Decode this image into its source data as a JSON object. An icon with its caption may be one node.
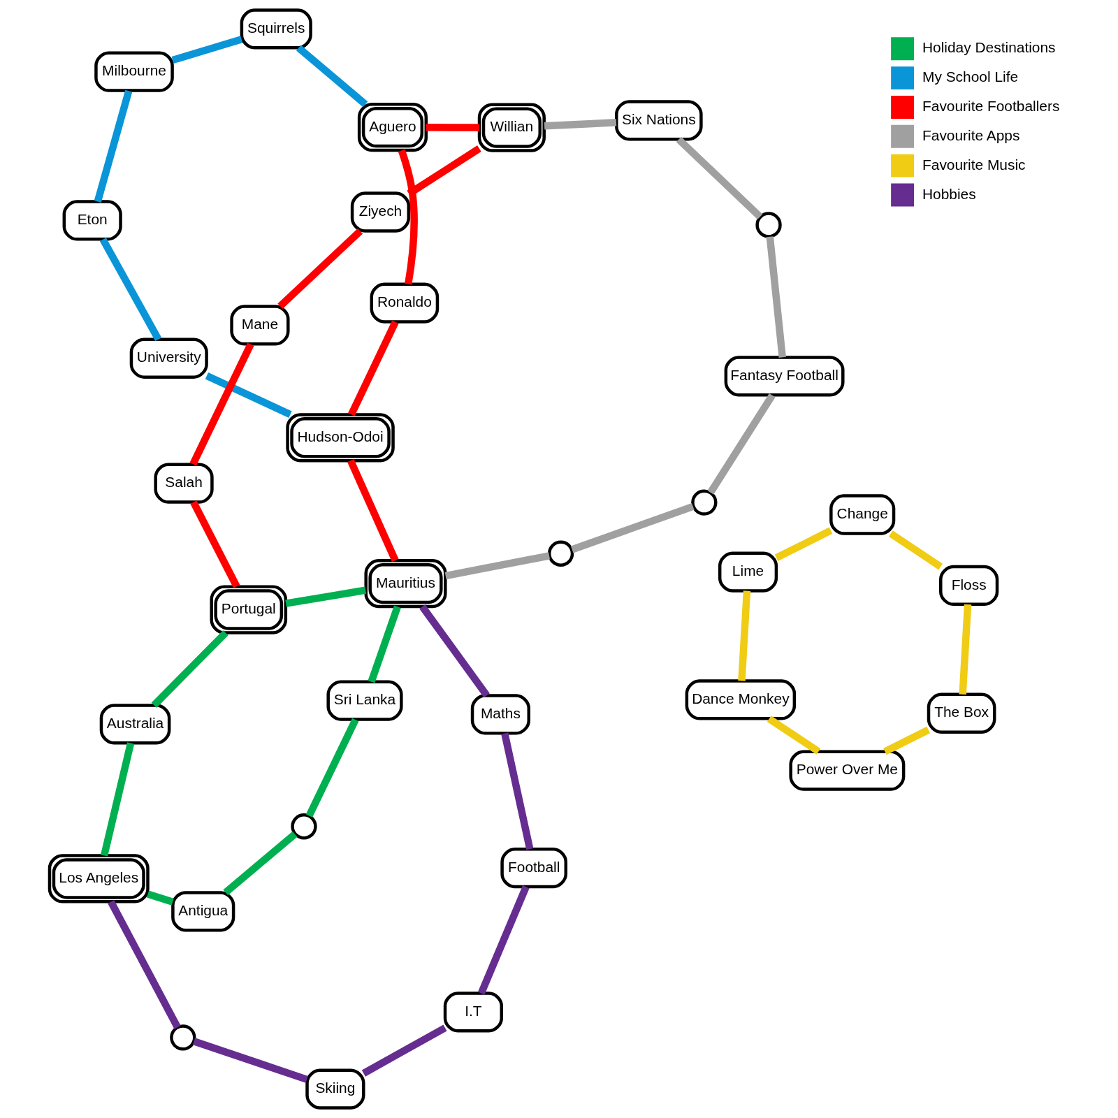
{
  "diagram": {
    "nodes": [
      {
        "text": [
          "Los Angeles"
        ]
      },
      {
        "text": [
          "Antigua"
        ]
      },
      {
        "text": [],
        "shape": "circle"
      },
      {
        "text": [
          "Sri Lanka"
        ]
      },
      {
        "text": [
          "Mauritius"
        ]
      },
      {
        "text": [
          "Portugal"
        ]
      },
      {
        "text": [
          "Australia"
        ]
      },
      {
        "text": [],
        "shape": "circle"
      },
      {
        "text": [
          "Skiing"
        ]
      },
      {
        "text": [
          "I.T"
        ]
      },
      {
        "text": [
          "Football"
        ]
      },
      {
        "text": [
          "Maths"
        ]
      },
      {
        "text": [
          "Hudson-Odoi"
        ]
      },
      {
        "text": [
          "Ronaldo"
        ]
      },
      {
        "text": [
          "Aguero"
        ]
      },
      {
        "text": [
          "Willian"
        ]
      },
      {
        "text": [
          "Ziyech"
        ]
      },
      {
        "text": [
          "Mane"
        ]
      },
      {
        "text": [
          "Salah"
        ]
      },
      {
        "text": [
          "University"
        ]
      },
      {
        "text": [
          "Eton"
        ]
      },
      {
        "text": [
          "Milbourne"
        ]
      },
      {
        "text": [
          "Squirrels"
        ]
      },
      {
        "text": [],
        "shape": "circle"
      },
      {
        "text": [],
        "shape": "circle"
      },
      {
        "text": [
          "Fantasy Football"
        ]
      },
      {
        "text": [],
        "shape": "circle"
      },
      {
        "text": [
          "Six Nations"
        ]
      },
      {
        "text": [
          "Dance Monkey"
        ]
      },
      {
        "text": [
          "Power Over Me"
        ]
      },
      {
        "text": [
          "The Box"
        ]
      },
      {
        "text": [
          "Floss"
        ]
      },
      {
        "text": [
          "Change"
        ]
      },
      {
        "text": [
          "Lime"
        ]
      }
    ],
    "edges": [
      {
        "from": 0,
        "to": 1,
        "arrow": "none",
        "color": "#00b050"
      },
      {
        "from": 1,
        "to": 2,
        "arrow": "none",
        "color": "#00b050"
      },
      {
        "from": 2,
        "to": 3,
        "arrow": "none",
        "color": "#00b050"
      },
      {
        "from": 3,
        "to": 4,
        "arrow": "none",
        "color": "#00b050"
      },
      {
        "from": 4,
        "to": 5,
        "arrow": "none",
        "color": "#00b050"
      },
      {
        "from": 5,
        "to": 6,
        "arrow": "none",
        "color": "#00b050"
      },
      {
        "from": 6,
        "to": 0,
        "arrow": "none",
        "color": "#00b050"
      },
      {
        "from": 0,
        "to": 7,
        "arrow": "none",
        "color": "#662d91"
      },
      {
        "from": 7,
        "to": 8,
        "arrow": "none",
        "color": "#662d91"
      },
      {
        "from": 8,
        "to": 9,
        "arrow": "none",
        "color": "#662d91"
      },
      {
        "from": 9,
        "to": 10,
        "arrow": "none",
        "color": "#662d91"
      },
      {
        "from": 10,
        "to": 11,
        "arrow": "none",
        "color": "#662d91"
      },
      {
        "from": 11,
        "to": 4,
        "arrow": "none",
        "color": "#662d91"
      },
      {
        "from": 4,
        "to": 12,
        "arrow": "none",
        "color": "#ff0000"
      },
      {
        "from": 12,
        "to": 13,
        "arrow": "none",
        "color": "#ff0000"
      },
      {
        "from": 13,
        "to": 14,
        "arrow": "none",
        "color": "#ff0000"
      },
      {
        "from": 14,
        "to": 15,
        "arrow": "none",
        "color": "#ff0000"
      },
      {
        "from": 15,
        "to": 16,
        "arrow": "none",
        "color": "#ff0000"
      },
      {
        "from": 16,
        "to": 17,
        "arrow": "none",
        "color": "#ff0000"
      },
      {
        "from": 17,
        "to": 18,
        "arrow": "none",
        "color": "#ff0000"
      },
      {
        "from": 18,
        "to": 5,
        "arrow": "none",
        "color": "#ff0000"
      },
      {
        "from": 12,
        "to": 19,
        "arrow": "none",
        "color": "#0a95d8"
      },
      {
        "from": 19,
        "to": 20,
        "arrow": "none",
        "color": "#0a95d8"
      },
      {
        "from": 20,
        "to": 21,
        "arrow": "none",
        "color": "#0a95d8"
      },
      {
        "from": 21,
        "to": 22,
        "arrow": "none",
        "color": "#0a95d8"
      },
      {
        "from": 22,
        "to": 14,
        "arrow": "none",
        "color": "#0a95d8"
      },
      {
        "from": 4,
        "to": 23,
        "arrow": "none",
        "color": "#a0a0a0"
      },
      {
        "from": 23,
        "to": 24,
        "arrow": "none",
        "color": "#a0a0a0"
      },
      {
        "from": 24,
        "to": 25,
        "arrow": "none",
        "color": "#a0a0a0"
      },
      {
        "from": 25,
        "to": 26,
        "arrow": "none",
        "color": "#a0a0a0"
      },
      {
        "from": 26,
        "to": 27,
        "arrow": "none",
        "color": "#a0a0a0"
      },
      {
        "from": 27,
        "to": 15,
        "arrow": "none",
        "color": "#a0a0a0"
      },
      {
        "from": 28,
        "to": 29,
        "arrow": "none",
        "color": "#f0cc14"
      },
      {
        "from": 29,
        "to": 30,
        "arrow": "none",
        "color": "#f0cc14"
      },
      {
        "from": 30,
        "to": 31,
        "arrow": "none",
        "color": "#f0cc14"
      },
      {
        "from": 31,
        "to": 32,
        "arrow": "none",
        "color": "#f0cc14"
      },
      {
        "from": 32,
        "to": 33,
        "arrow": "none",
        "color": "#f0cc14"
      },
      {
        "from": 33,
        "to": 28,
        "arrow": "none",
        "color": "#f0cc14"
      }
    ],
    "legend": [
      {
        "text": "Holiday Destinations",
        "color": "#00b050"
      },
      {
        "text": "My School Life",
        "color": "#0a95d8"
      },
      {
        "text": "Favourite Footballers",
        "color": "#ff0000"
      },
      {
        "text": "Favourite Apps",
        "color": "#a0a0a0"
      },
      {
        "text": "Favourite Music",
        "color": "#f0cc14"
      },
      {
        "text": "Hobbies",
        "color": "#662d91"
      }
    ]
  }
}
